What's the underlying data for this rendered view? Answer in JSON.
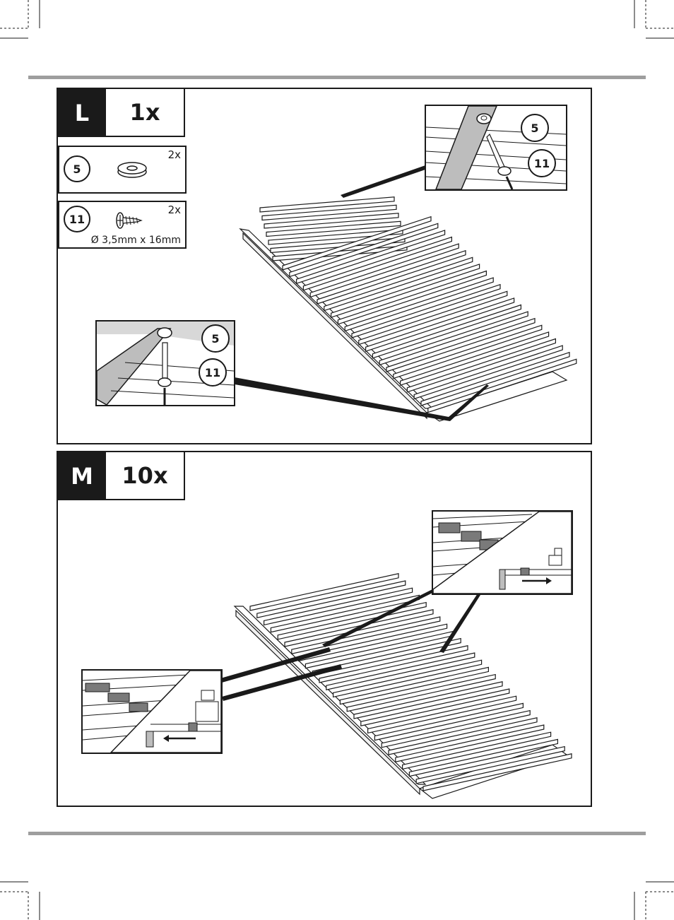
{
  "steps": [
    {
      "letter": "L",
      "quantity": "1x",
      "parts": [
        {
          "number": "5",
          "quantity": "2x",
          "icon": "washer-icon"
        },
        {
          "number": "11",
          "quantity": "2x",
          "icon": "screw-icon",
          "dimension": "Ø 3,5mm x 16mm"
        }
      ],
      "details": [
        {
          "callouts": [
            "5",
            "11"
          ]
        },
        {
          "callouts": [
            "5",
            "11"
          ]
        }
      ]
    },
    {
      "letter": "M",
      "quantity": "10x",
      "details": [
        {
          "icon": "slide-right-icon"
        },
        {
          "icon": "slide-left-icon"
        }
      ]
    }
  ]
}
